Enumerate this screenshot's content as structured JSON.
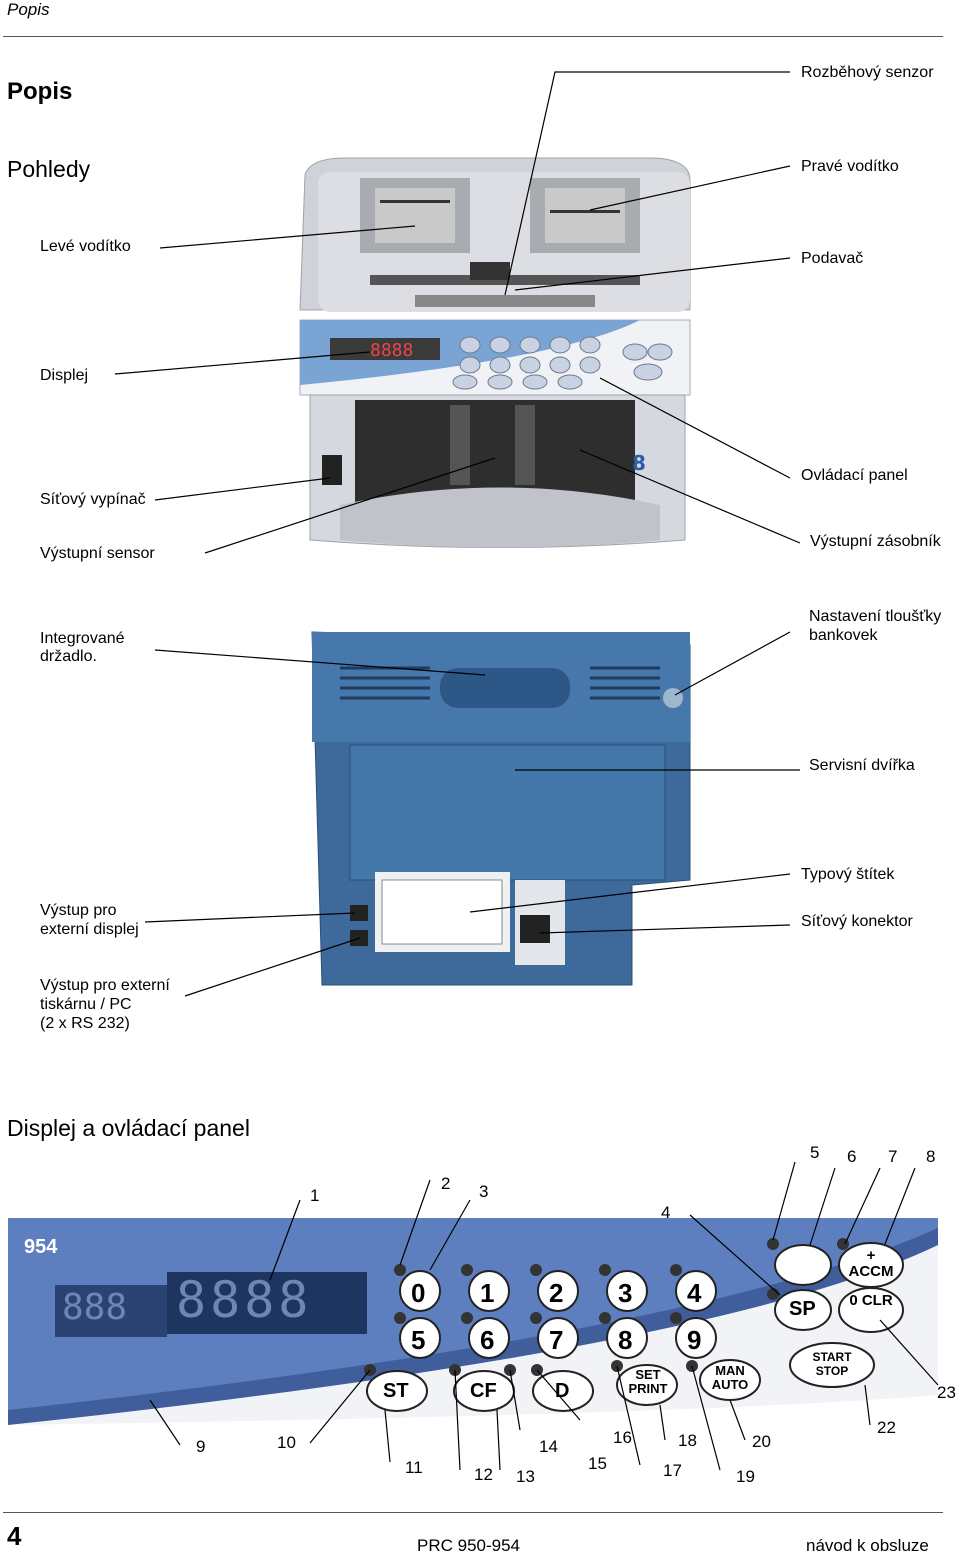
{
  "header": {
    "running_title": "Popis"
  },
  "section": {
    "title": "Popis",
    "views_title": "Pohledy",
    "panel_title": "Displej a ovládací panel"
  },
  "front_labels": {
    "startup_sensor": "Rozběhový senzor",
    "right_guide": "Pravé vodítko",
    "left_guide": "Levé vodítko",
    "feeder": "Podavač",
    "display": "Displej",
    "power_switch": "Síťový vypínač",
    "control_panel": "Ovládací panel",
    "output_sensor": "Výstupní sensor",
    "output_tray": "Výstupní zásobník"
  },
  "back_labels": {
    "handle_line1": "Integrované",
    "handle_line2": "držadlo.",
    "thickness_line1": "Nastavení tloušťky",
    "thickness_line2": "bankovek",
    "service_door": "Servisní dvířka",
    "rating_label": "Typový štítek",
    "ext_display_line1": "Výstup pro",
    "ext_display_line2": "externí displej",
    "power_connector": "Síťový konektor",
    "printer_line1": "Výstup pro externí",
    "printer_line2": "tiskárnu / PC",
    "printer_line3": "(2 x RS 232)"
  },
  "panel": {
    "model": "954",
    "digits_small": "888",
    "digits_big": "8888",
    "keys_row1": [
      "0",
      "1",
      "2",
      "3",
      "4"
    ],
    "keys_row2": [
      "5",
      "6",
      "7",
      "8",
      "9"
    ],
    "fn_keys": [
      "ST",
      "CF",
      "D",
      "SET PRINT",
      "MAN AUTO"
    ],
    "key_sp": "SP",
    "key_accm": "+ ACCM",
    "key_clr": "0 CLR",
    "key_start_stop": "START STOP",
    "callouts": [
      "1",
      "2",
      "3",
      "4",
      "5",
      "6",
      "7",
      "8",
      "9",
      "10",
      "11",
      "12",
      "13",
      "14",
      "15",
      "16",
      "17",
      "18",
      "19",
      "20",
      "22",
      "23"
    ]
  },
  "footer": {
    "page": "4",
    "model": "PRC 950-954",
    "doc": "návod k obsluze"
  }
}
